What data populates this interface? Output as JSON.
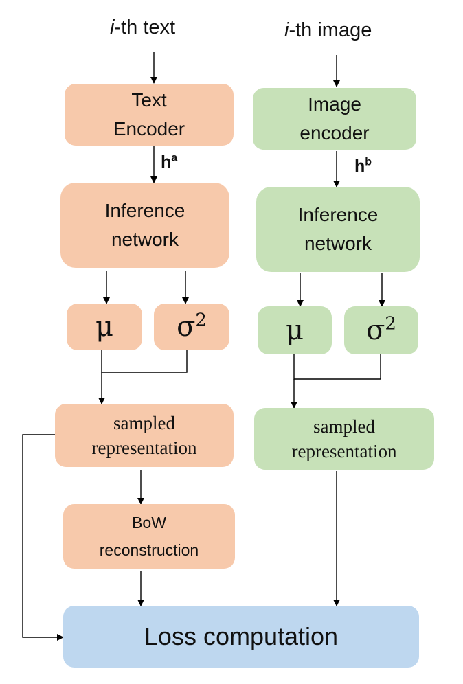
{
  "text_branch": {
    "input_prefix": "i",
    "input_suffix": "-th text",
    "encoder": [
      "Text",
      "Encoder"
    ],
    "hidden_base": "h",
    "hidden_sup": "a",
    "inference": [
      "Inference",
      "network"
    ],
    "mu": "μ",
    "sigma": "σ",
    "sigma_sup": "2",
    "sampled": [
      "sampled",
      "representation"
    ],
    "bow": [
      "BoW",
      "reconstruction"
    ]
  },
  "image_branch": {
    "input_prefix": "i",
    "input_suffix": "-th image",
    "encoder": [
      "Image",
      "encoder"
    ],
    "hidden_base": "h",
    "hidden_sup": "b",
    "inference": [
      "Inference",
      "network"
    ],
    "mu": "μ",
    "sigma": "σ",
    "sigma_sup": "2",
    "sampled": [
      "sampled",
      "representation"
    ]
  },
  "loss": "Loss computation",
  "colors": {
    "text_box": "#f7c9ab",
    "image_box": "#c7e1b8",
    "loss_box": "#bed7ef",
    "line": "#000000"
  }
}
